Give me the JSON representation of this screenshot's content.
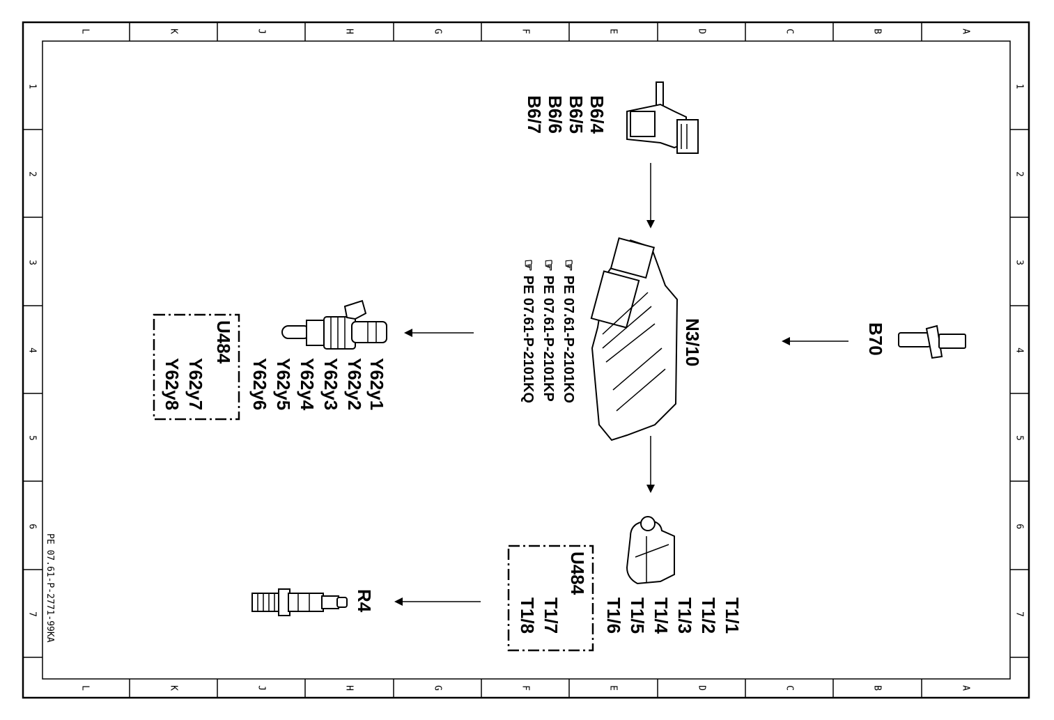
{
  "grid": {
    "columns": [
      "L",
      "K",
      "J",
      "H",
      "G",
      "F",
      "E",
      "D",
      "C",
      "B",
      "A"
    ],
    "rows": [
      "1",
      "2",
      "3",
      "4",
      "5",
      "6",
      "7"
    ]
  },
  "doc_id": "PE 07.61-P-2771-99KA",
  "components": {
    "sensors_top": [
      "B6/4",
      "B6/5",
      "B6/6",
      "B6/7"
    ],
    "sensor_right": "B70",
    "ecu": "N3/10",
    "ecu_refs": [
      "PE 07.61-P-2101KO",
      "PE 07.61-P-2101KP",
      "PE 07.61-P-2101KQ"
    ],
    "injectors": [
      "Y62y1",
      "Y62y2",
      "Y62y3",
      "Y62y4",
      "Y62y5",
      "Y62y6"
    ],
    "injectors_box_title": "U484",
    "injectors_box": [
      "Y62y7",
      "Y62y8"
    ],
    "coils": [
      "T1/1",
      "T1/2",
      "T1/3",
      "T1/4",
      "T1/5",
      "T1/6"
    ],
    "coils_box_title": "U484",
    "coils_box": [
      "T1/7",
      "T1/8"
    ],
    "spark_plug": "R4"
  }
}
